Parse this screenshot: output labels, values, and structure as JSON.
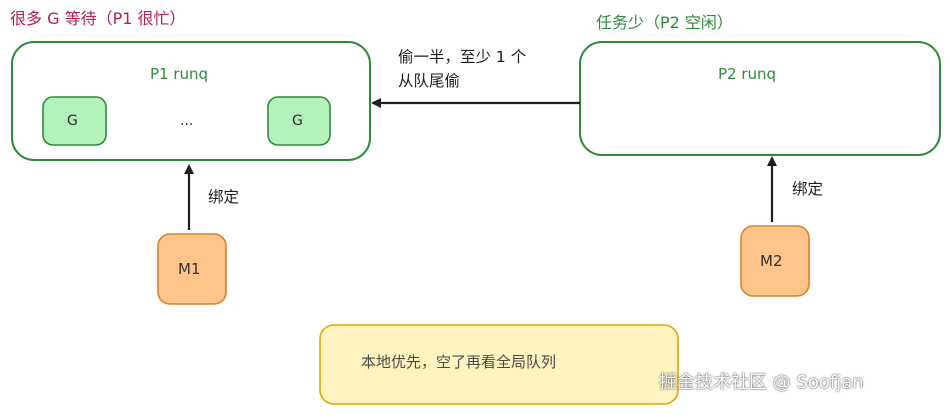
{
  "p1": {
    "heading": "很多 G 等待（P1 很忙）",
    "runq_label": "P1 runq",
    "g_left": "G",
    "ellipsis": "...",
    "g_right": "G",
    "bind_label": "绑定",
    "m_label": "M1"
  },
  "p2": {
    "heading": "任务少（P2 空闲）",
    "runq_label": "P2 runq",
    "bind_label": "绑定",
    "m_label": "M2"
  },
  "steal": {
    "line1": "偷一半，至少 1 个",
    "line2": "从队尾偷"
  },
  "footer": {
    "text": "本地优先，空了再看全局队列"
  },
  "watermark": {
    "text": "掘金技术社区 @ Soofjan"
  },
  "colors": {
    "box_stroke": "#2f8a3e",
    "g_fill": "#b2f2bb",
    "m_fill": "#ffc48a",
    "m_stroke": "#d9822b",
    "footer_fill": "#fff3bf",
    "footer_stroke": "#e0a800"
  }
}
